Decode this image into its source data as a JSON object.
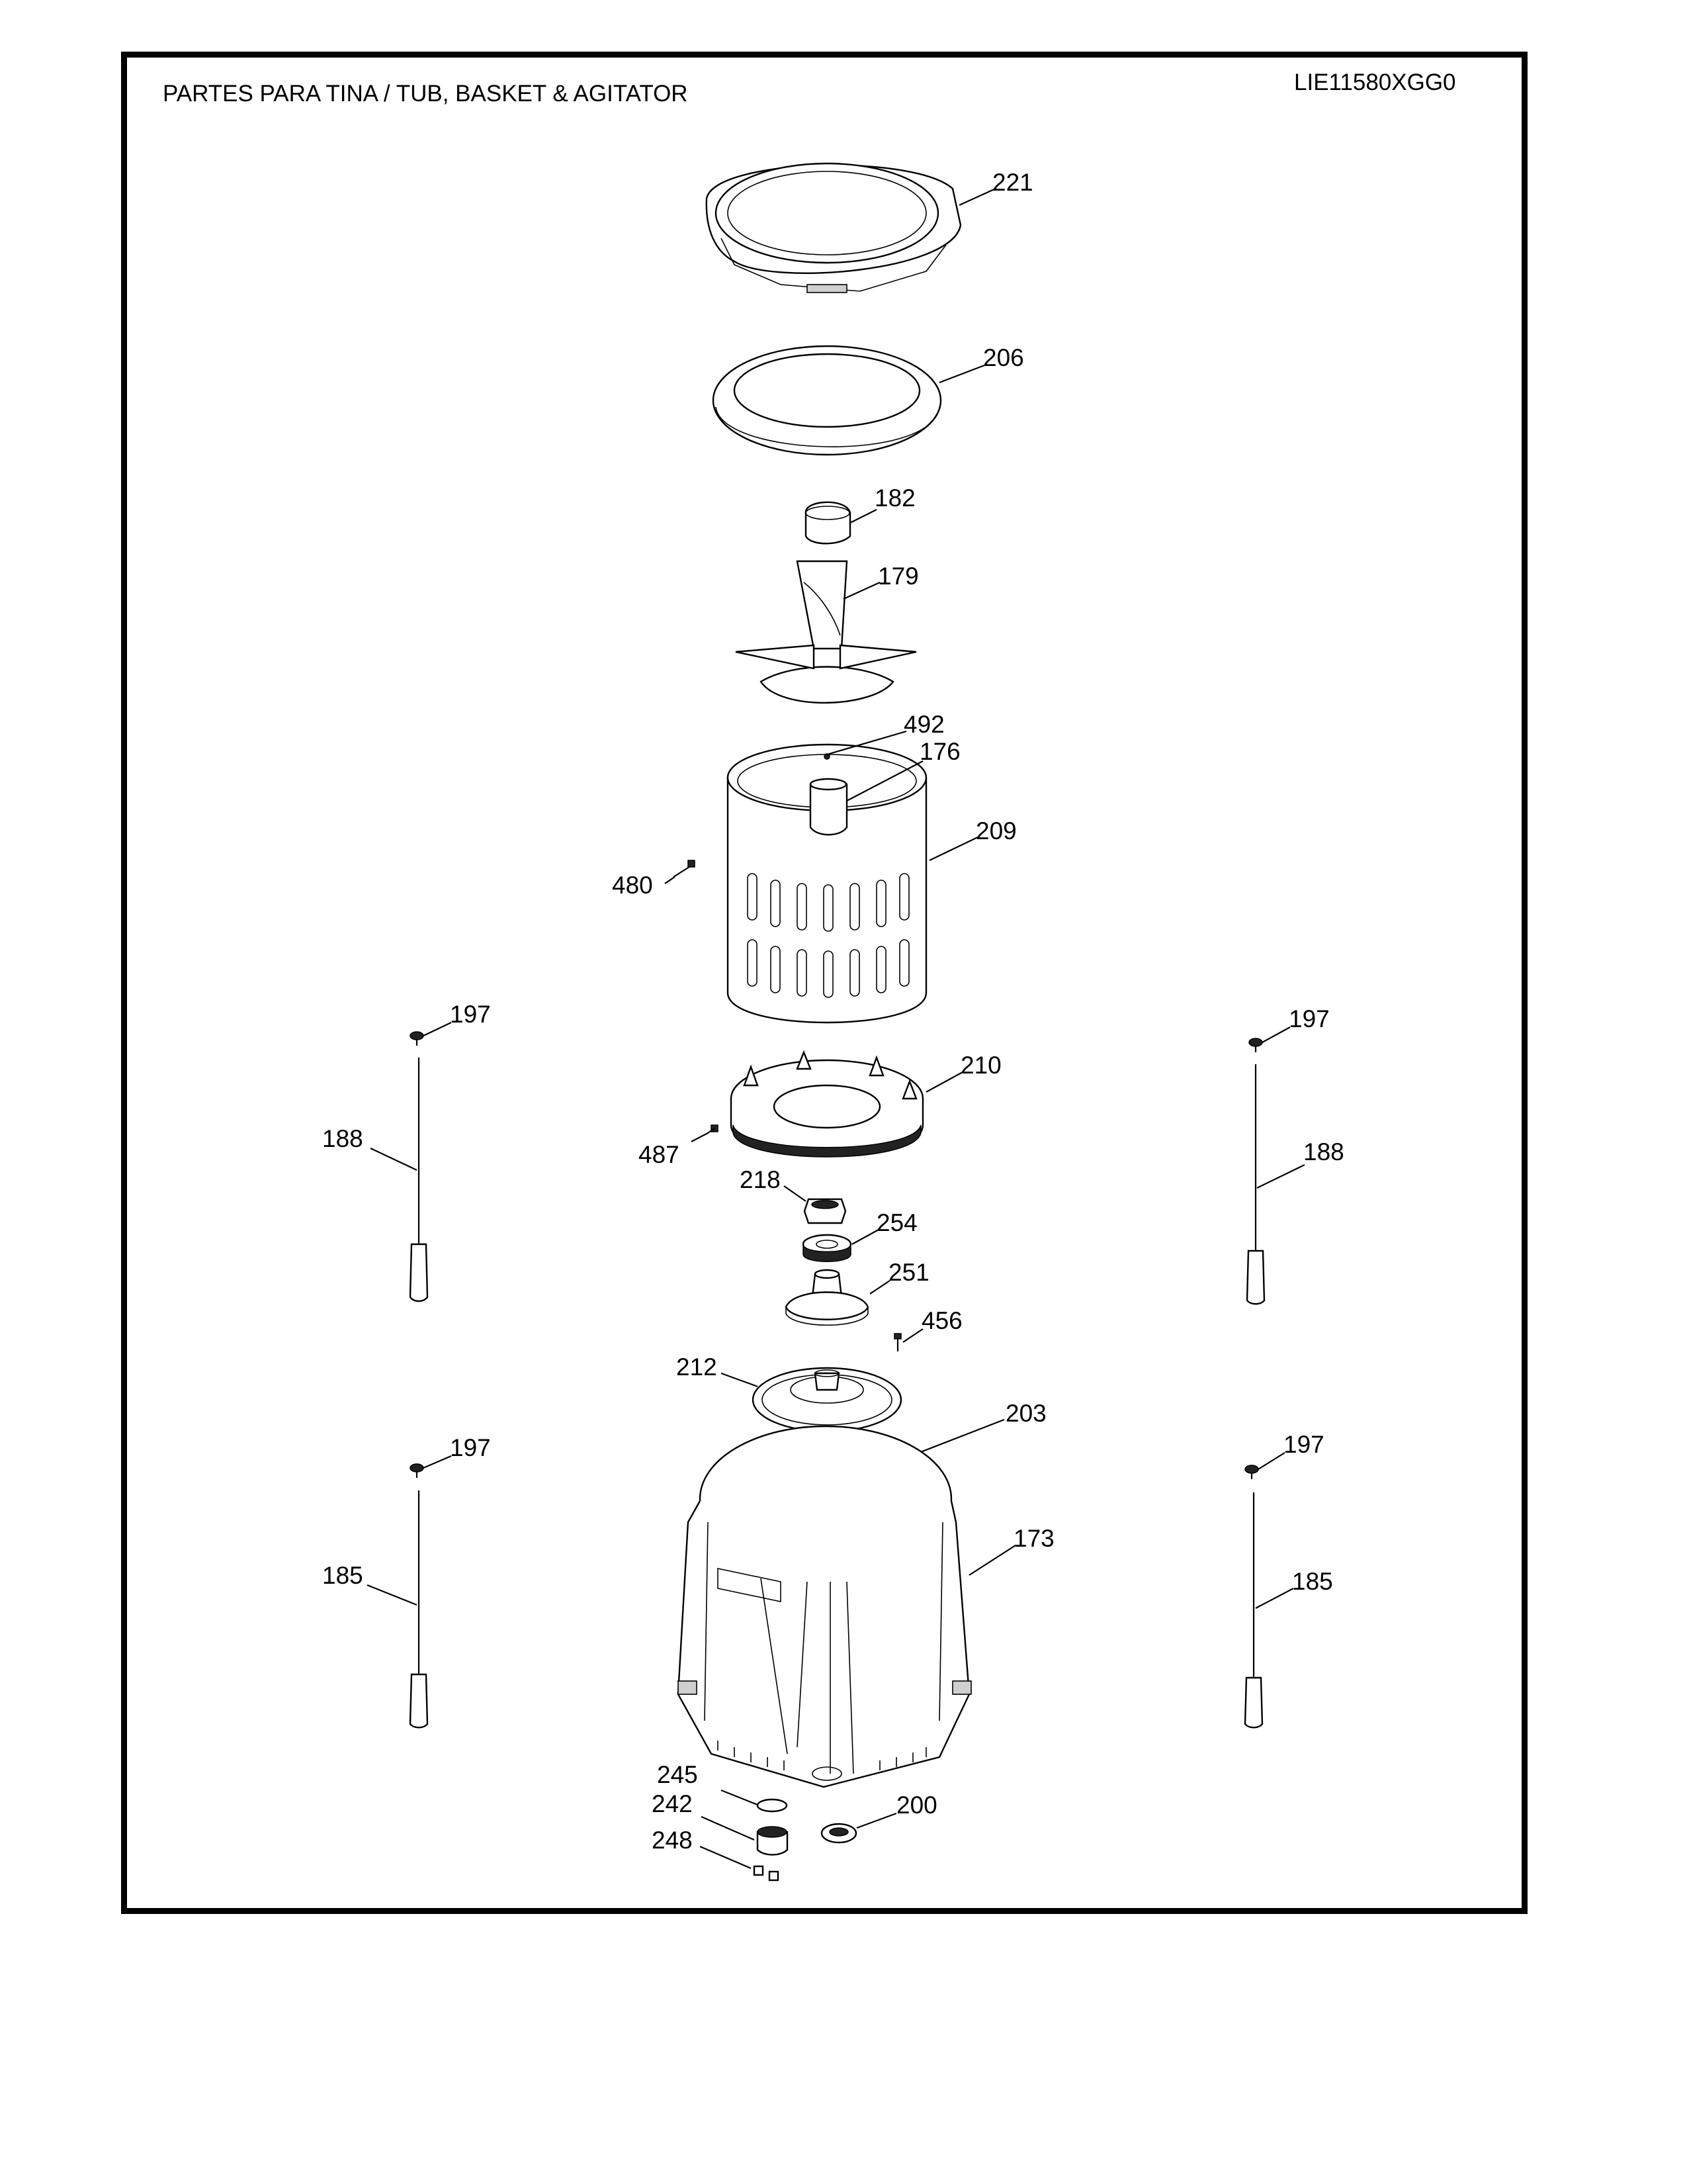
{
  "header": {
    "title": "PARTES PARA TINA  /  TUB, BASKET & AGITATOR",
    "model": "LIE11580XGG0"
  },
  "callouts": {
    "p221": "221",
    "p206": "206",
    "p182": "182",
    "p179": "179",
    "p492": "492",
    "p176": "176",
    "p209": "209",
    "p480": "480",
    "p197a": "197",
    "p197b": "197",
    "p197c": "197",
    "p197d": "197",
    "p188a": "188",
    "p188b": "188",
    "p210": "210",
    "p487": "487",
    "p218": "218",
    "p254": "254",
    "p251": "251",
    "p456": "456",
    "p212": "212",
    "p203": "203",
    "p173": "173",
    "p185a": "185",
    "p185b": "185",
    "p245": "245",
    "p242": "242",
    "p248": "248",
    "p200": "200"
  }
}
